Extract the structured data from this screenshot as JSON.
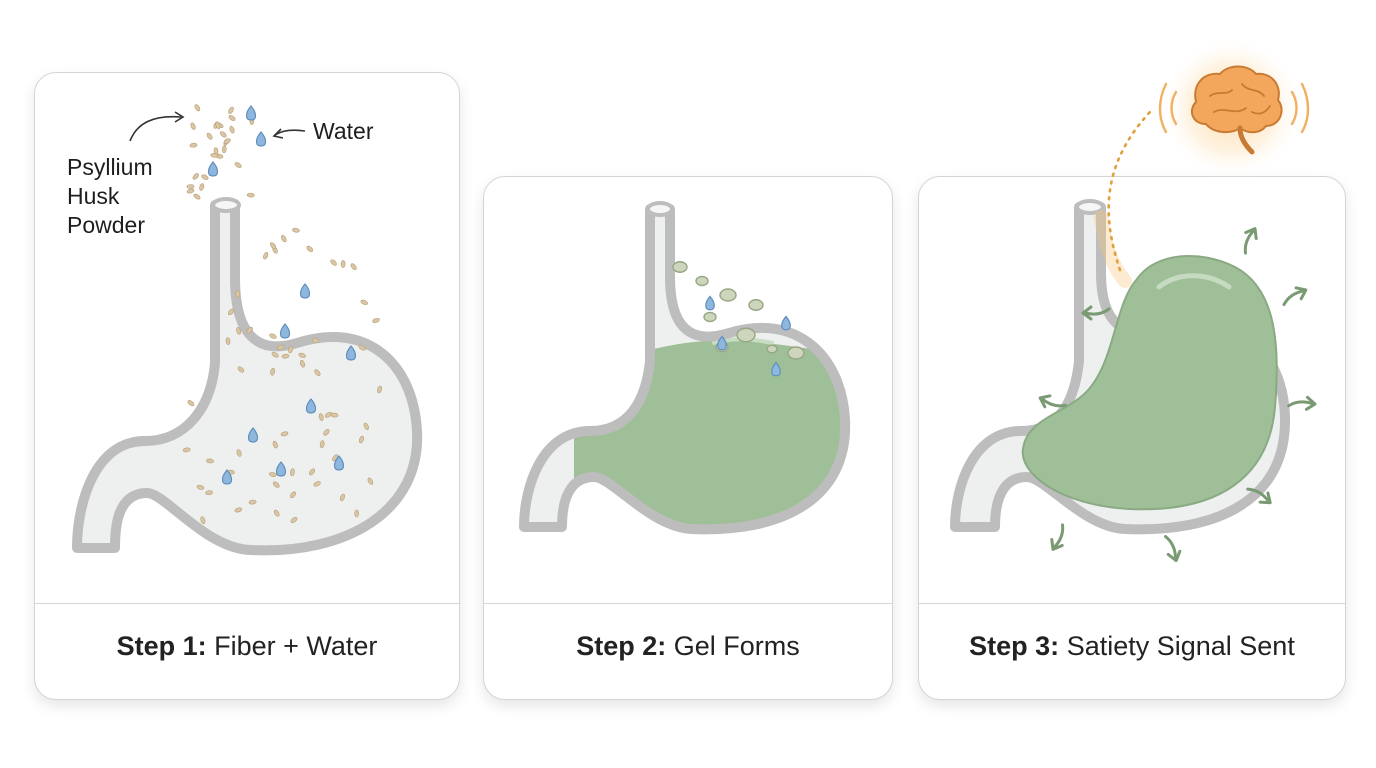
{
  "panels": [
    {
      "step": "Step 1:",
      "text": "Fiber + Water",
      "labels": {
        "psyllium": [
          "Psyllium",
          "Husk",
          "Powder"
        ],
        "water": "Water"
      }
    },
    {
      "step": "Step 2:",
      "text": "Gel Forms"
    },
    {
      "step": "Step 3:",
      "text": "Satiety Signal Sent"
    }
  ],
  "colors": {
    "stomach_fill": "#eef0f0",
    "stomach_outline": "#bdbdbd",
    "gel": "#9fbf98",
    "droplet": "#8fb7dd",
    "powder": "#d9c6a6",
    "arrow": "#7a9a74",
    "brain": "#f0a55c",
    "glow": "#f6c27a"
  },
  "icons": [
    "brain-icon",
    "water-drop-icon",
    "arrow-icon"
  ]
}
